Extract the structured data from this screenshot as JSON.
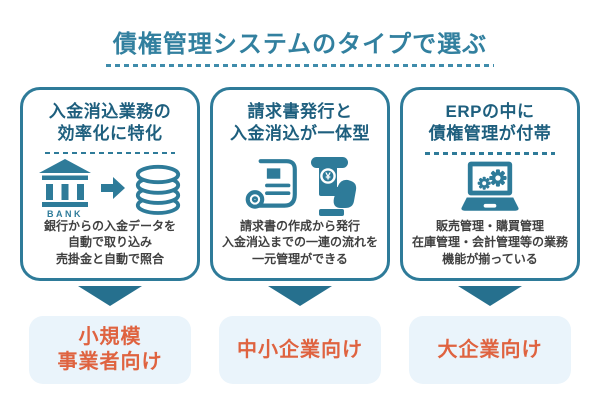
{
  "page": {
    "title": "債権管理システムのタイプで選ぶ"
  },
  "colors": {
    "teal": "#2e7b99",
    "card_title": "#1e5f7e",
    "page_title": "#32809f",
    "arrow": "#26708e",
    "label_bg": "#eaf4fb",
    "label_text": "#df6340",
    "description_text": "#404040"
  },
  "columns": [
    {
      "card_title": [
        "入金消込業務の",
        "効率化に特化"
      ],
      "icons": [
        "bank-icon",
        "arrow-right-icon",
        "coin-stack-icon"
      ],
      "bank_label": "BANK",
      "description": [
        "銀行からの入金データを",
        "自動で取り込み",
        "売掛金と自動で照合"
      ],
      "target": [
        "小規模",
        "事業者向け"
      ]
    },
    {
      "card_title": [
        "請求書発行と",
        "入金消込が一体型"
      ],
      "icons": [
        "invoice-icon",
        "deposit-hand-icon"
      ],
      "yen_symbol": "¥",
      "description": [
        "請求書の作成から発行",
        "入金消込までの一連の流れを",
        "一元管理ができる"
      ],
      "target": [
        "中小企業向け"
      ]
    },
    {
      "card_title": [
        "ERPの中に",
        "債権管理が付帯"
      ],
      "icons": [
        "laptop-gears-icon"
      ],
      "description": [
        "販売管理・購買管理",
        "在庫管理・会計管理等の業務",
        "機能が揃っている"
      ],
      "target": [
        "大企業向け"
      ]
    }
  ]
}
